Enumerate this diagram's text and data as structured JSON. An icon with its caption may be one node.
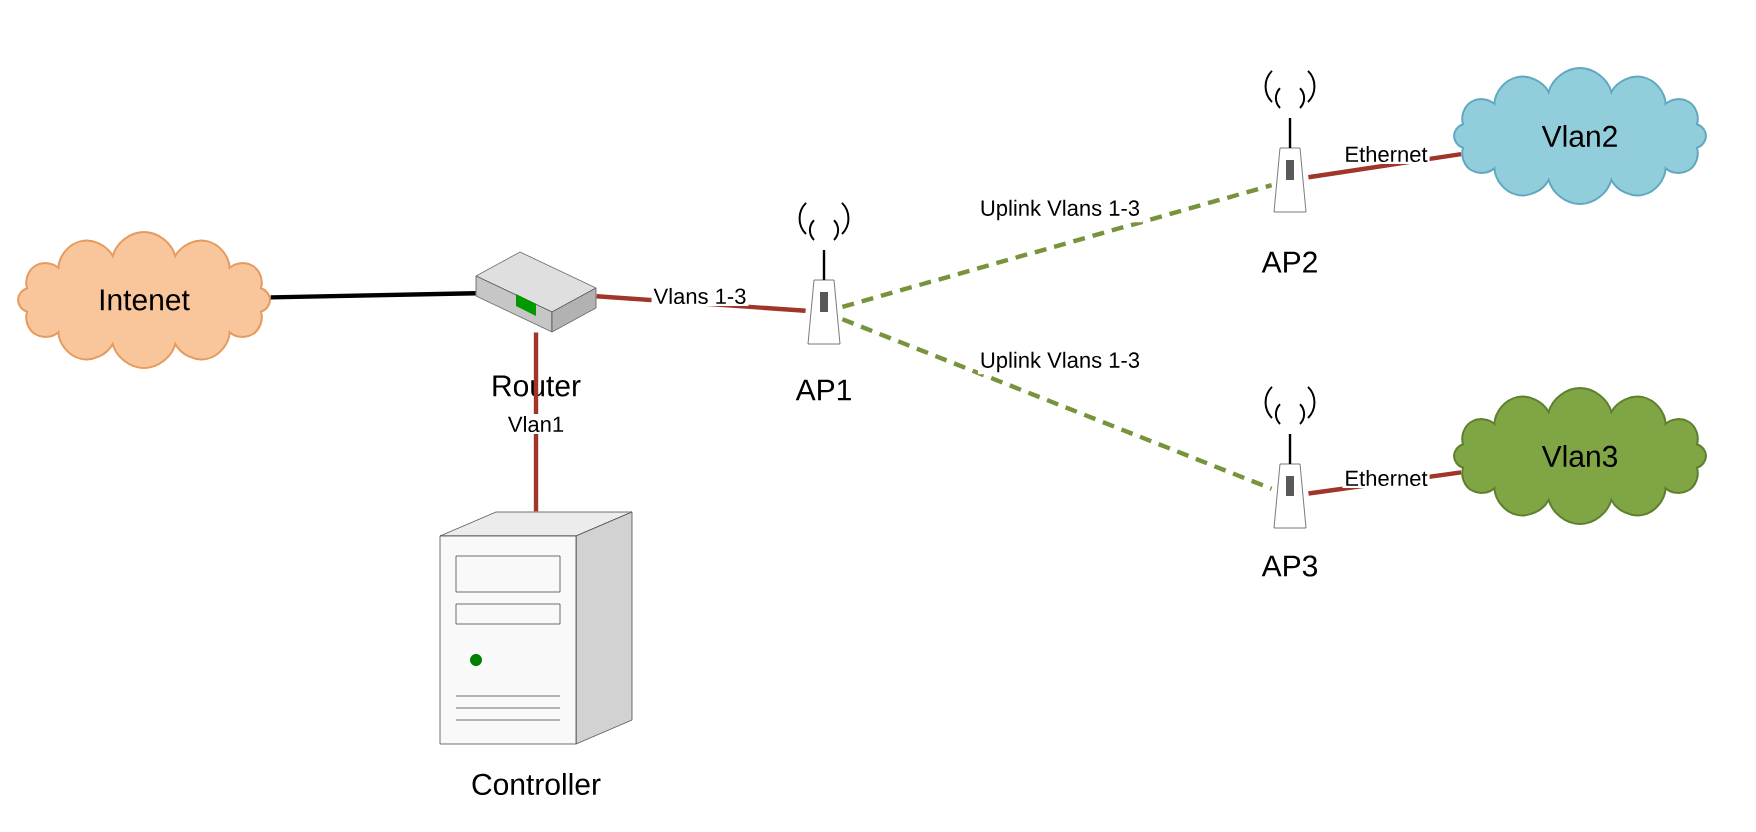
{
  "diagram": {
    "nodes": [
      {
        "text": [
          "Intenet"
        ]
      },
      {
        "text": [
          "Router"
        ]
      },
      {
        "text": [
          "AP1"
        ]
      },
      {
        "text": [
          "AP2"
        ]
      },
      {
        "text": [
          "Vlan2"
        ]
      },
      {
        "text": [
          "AP3"
        ]
      },
      {
        "text": [
          "Vlan3"
        ]
      },
      {
        "text": [
          "Controller"
        ]
      }
    ],
    "edges": [
      {
        "from": 0,
        "to": 1,
        "arrow": "none",
        "color": "#000000"
      },
      {
        "from": 1,
        "to": 2,
        "arrow": "none",
        "label": "Vlans 1-3"
      },
      {
        "from": 1,
        "to": 7,
        "arrow": "none",
        "label": "Vlan1"
      },
      {
        "from": 2,
        "to": 3,
        "arrow": "none",
        "label": "Uplink Vlans 1-3",
        "style": "dashed",
        "color": "#77933c"
      },
      {
        "from": 2,
        "to": 5,
        "arrow": "none",
        "label": "Uplink Vlans 1-3",
        "style": "dashed",
        "color": "#77933c"
      },
      {
        "from": 3,
        "to": 4,
        "arrow": "none",
        "label": "Ethernet"
      },
      {
        "from": 5,
        "to": 6,
        "arrow": "none",
        "label": "Ethernet"
      }
    ]
  }
}
